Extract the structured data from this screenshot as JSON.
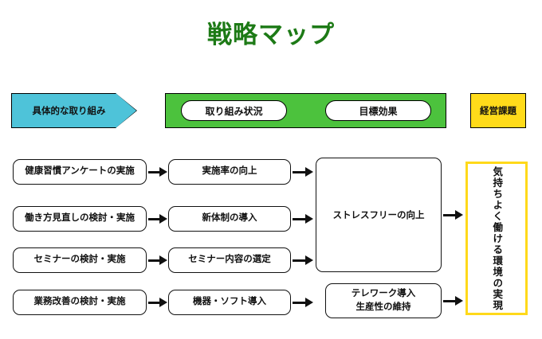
{
  "page": {
    "title": "戦略マップ"
  },
  "header": {
    "chevron_label": "具体的な取り組み",
    "band_pills": [
      {
        "label": "取り組み状況"
      },
      {
        "label": "目標効果"
      }
    ],
    "issue_label": "経営課題"
  },
  "colors": {
    "title": "#1d7a16",
    "chevron": "#4ec3d9",
    "band": "#4cc23d",
    "issue": "#ffdb1a",
    "goal_border": "#ffd91a",
    "box_border": "#111111",
    "background": "#ffffff"
  },
  "flow": {
    "rows": [
      {
        "action": "健康習慣アンケートの実施",
        "status": "実施率の向上"
      },
      {
        "action": "働き方見直しの検討・実施",
        "status": "新体制の導入"
      },
      {
        "action": "セミナーの検討・実施",
        "status": "セミナー内容の選定"
      },
      {
        "action": "業務改善の検討・実施",
        "status": "機器・ソフト導入"
      }
    ],
    "effects": {
      "stress_free": "ストレスフリーの向上",
      "telework_line1": "テレワーク導入",
      "telework_line2": "生産性の維持"
    },
    "goal": "気持ちよく働ける環境の実現"
  }
}
